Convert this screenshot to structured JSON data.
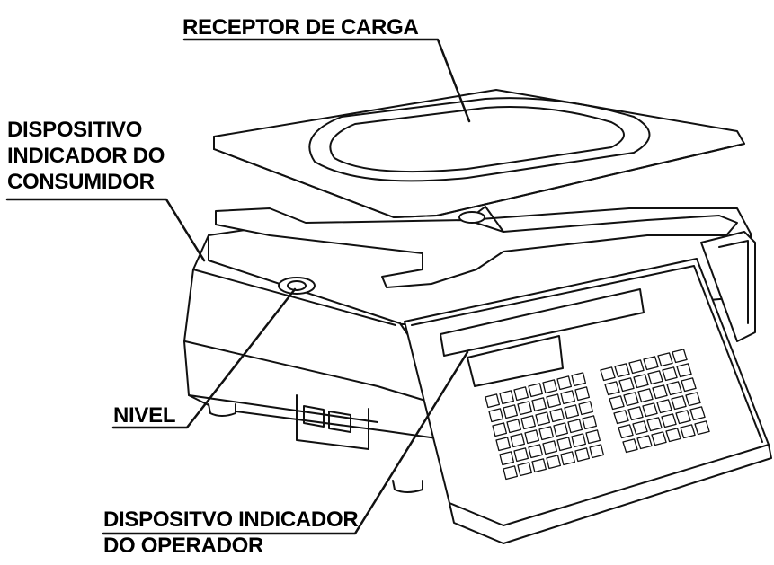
{
  "labels": {
    "receptor": "RECEPTOR DE CARGA",
    "consumidor": [
      "DISPOSITIVO",
      "INDICADOR DO",
      "CONSUMIDOR"
    ],
    "nivel": "NIVEL",
    "operador": [
      "DISPOSITVO INDICADOR",
      "DO OPERADOR"
    ]
  },
  "keypad": {
    "left_block": {
      "cols": 7,
      "rows": 6
    },
    "right_block": {
      "cols": 6,
      "rows": 6
    }
  }
}
